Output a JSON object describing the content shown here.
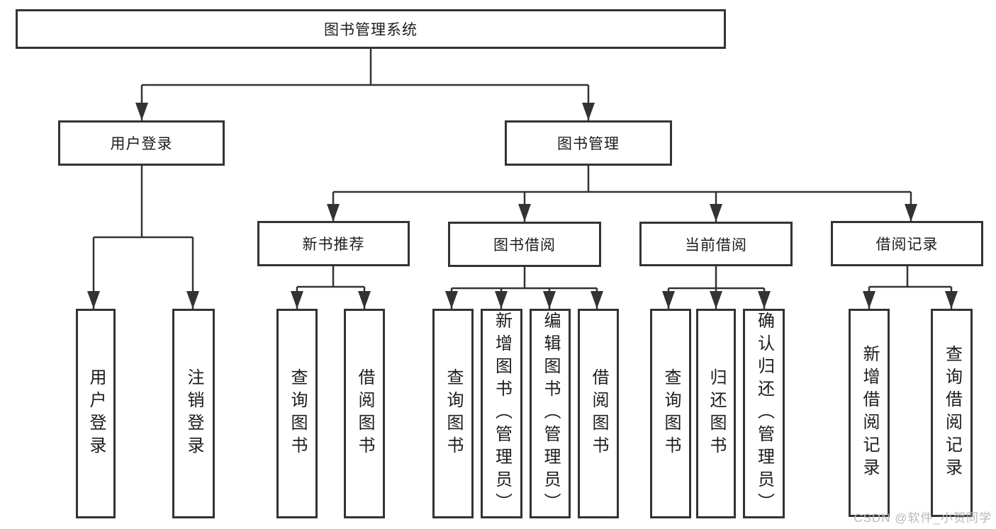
{
  "colors": {
    "line": "#333333",
    "box_border": "#333333",
    "text": "#1c1c1c",
    "background": "#ffffff",
    "watermark": "#b6b9bd"
  },
  "watermark": {
    "text": "CSDN @软件_小贺同学"
  },
  "tree": {
    "root": {
      "label": "图书管理系统"
    },
    "branches": [
      {
        "label": "用户登录",
        "children": [
          {
            "label": "用户登录"
          },
          {
            "label": "注销登录"
          }
        ]
      },
      {
        "label": "图书管理",
        "children": [
          {
            "label": "新书推荐",
            "children": [
              {
                "label": "查询图书"
              },
              {
                "label": "借阅图书"
              }
            ]
          },
          {
            "label": "图书借阅",
            "children": [
              {
                "label": "查询图书"
              },
              {
                "label": "新增图书（管理员）"
              },
              {
                "label": "编辑图书（管理员）"
              },
              {
                "label": "借阅图书"
              }
            ]
          },
          {
            "label": "当前借阅",
            "children": [
              {
                "label": "查询图书"
              },
              {
                "label": "归还图书"
              },
              {
                "label": "确认归还（管理员）"
              }
            ]
          },
          {
            "label": "借阅记录",
            "children": [
              {
                "label": "新增借阅记录"
              },
              {
                "label": "查询借阅记录"
              }
            ]
          }
        ]
      }
    ]
  }
}
